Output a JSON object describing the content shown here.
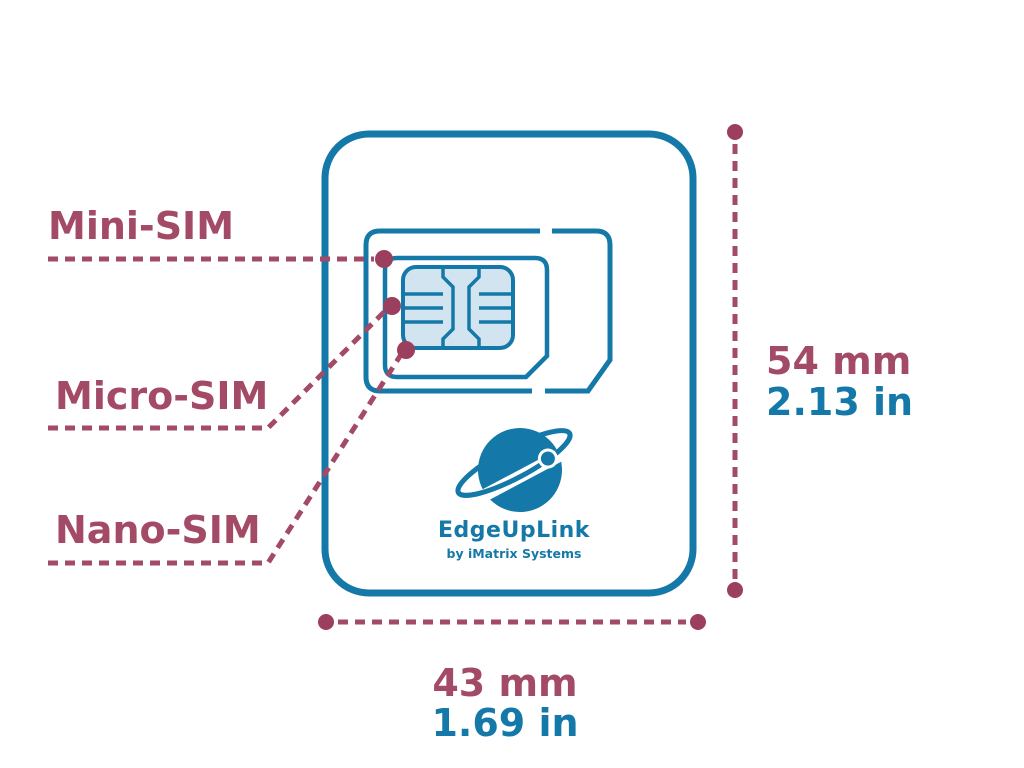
{
  "sim_labels": {
    "mini": "Mini-SIM",
    "micro": "Micro-SIM",
    "nano": "Nano-SIM"
  },
  "dimensions": {
    "height_mm": "54 mm",
    "height_in": "2.13 in",
    "width_mm": "43 mm",
    "width_in": "1.69 in"
  },
  "logo": {
    "name": "EdgeUpLink",
    "byline": "by iMatrix Systems",
    "icon": "planet-with-ring-and-satellite"
  },
  "colors": {
    "teal": "#1478a8",
    "maroon": "#a34a66",
    "maroon_dark": "#9c3f5f",
    "chip_fill": "#d2e4ef",
    "background": "#ffffff"
  }
}
